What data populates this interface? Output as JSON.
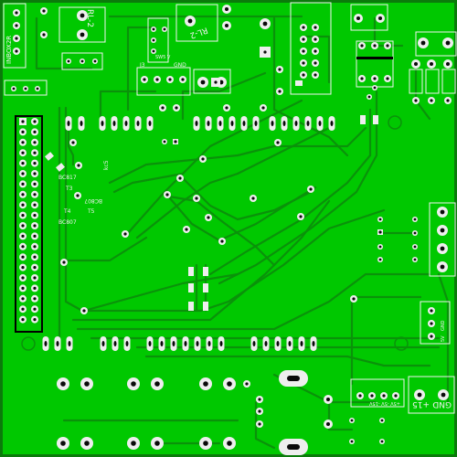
{
  "board": {
    "colors": {
      "copper": "#00c800",
      "trace": "#0a920a",
      "edge": "#0b7a0b",
      "pad": "#eeeeee",
      "hole": "#0a0a0a",
      "silkscreen": "#f2f2f2"
    },
    "labels": {
      "top_left_vertical": "INBOX2R",
      "relay_a": "RL-2",
      "relay_b": "RL-2",
      "header_small": "J3",
      "header_small_b": "GND",
      "header_small_c": "SW5 V",
      "tr_bc01": "BC817",
      "tr_t4": "T4",
      "tr_t3": "T3",
      "tr_t5": "T5",
      "tr_bc02": "BC807",
      "tr_bc03": "BC807",
      "chip_mid": "kc5",
      "conn_right_small": "GND",
      "conn_right_small_b": "5V",
      "conn_bottom_right_a": "GND",
      "conn_bottom_right_b": "+15",
      "conn_bottom_mid": "+5V -5V -15V"
    }
  }
}
